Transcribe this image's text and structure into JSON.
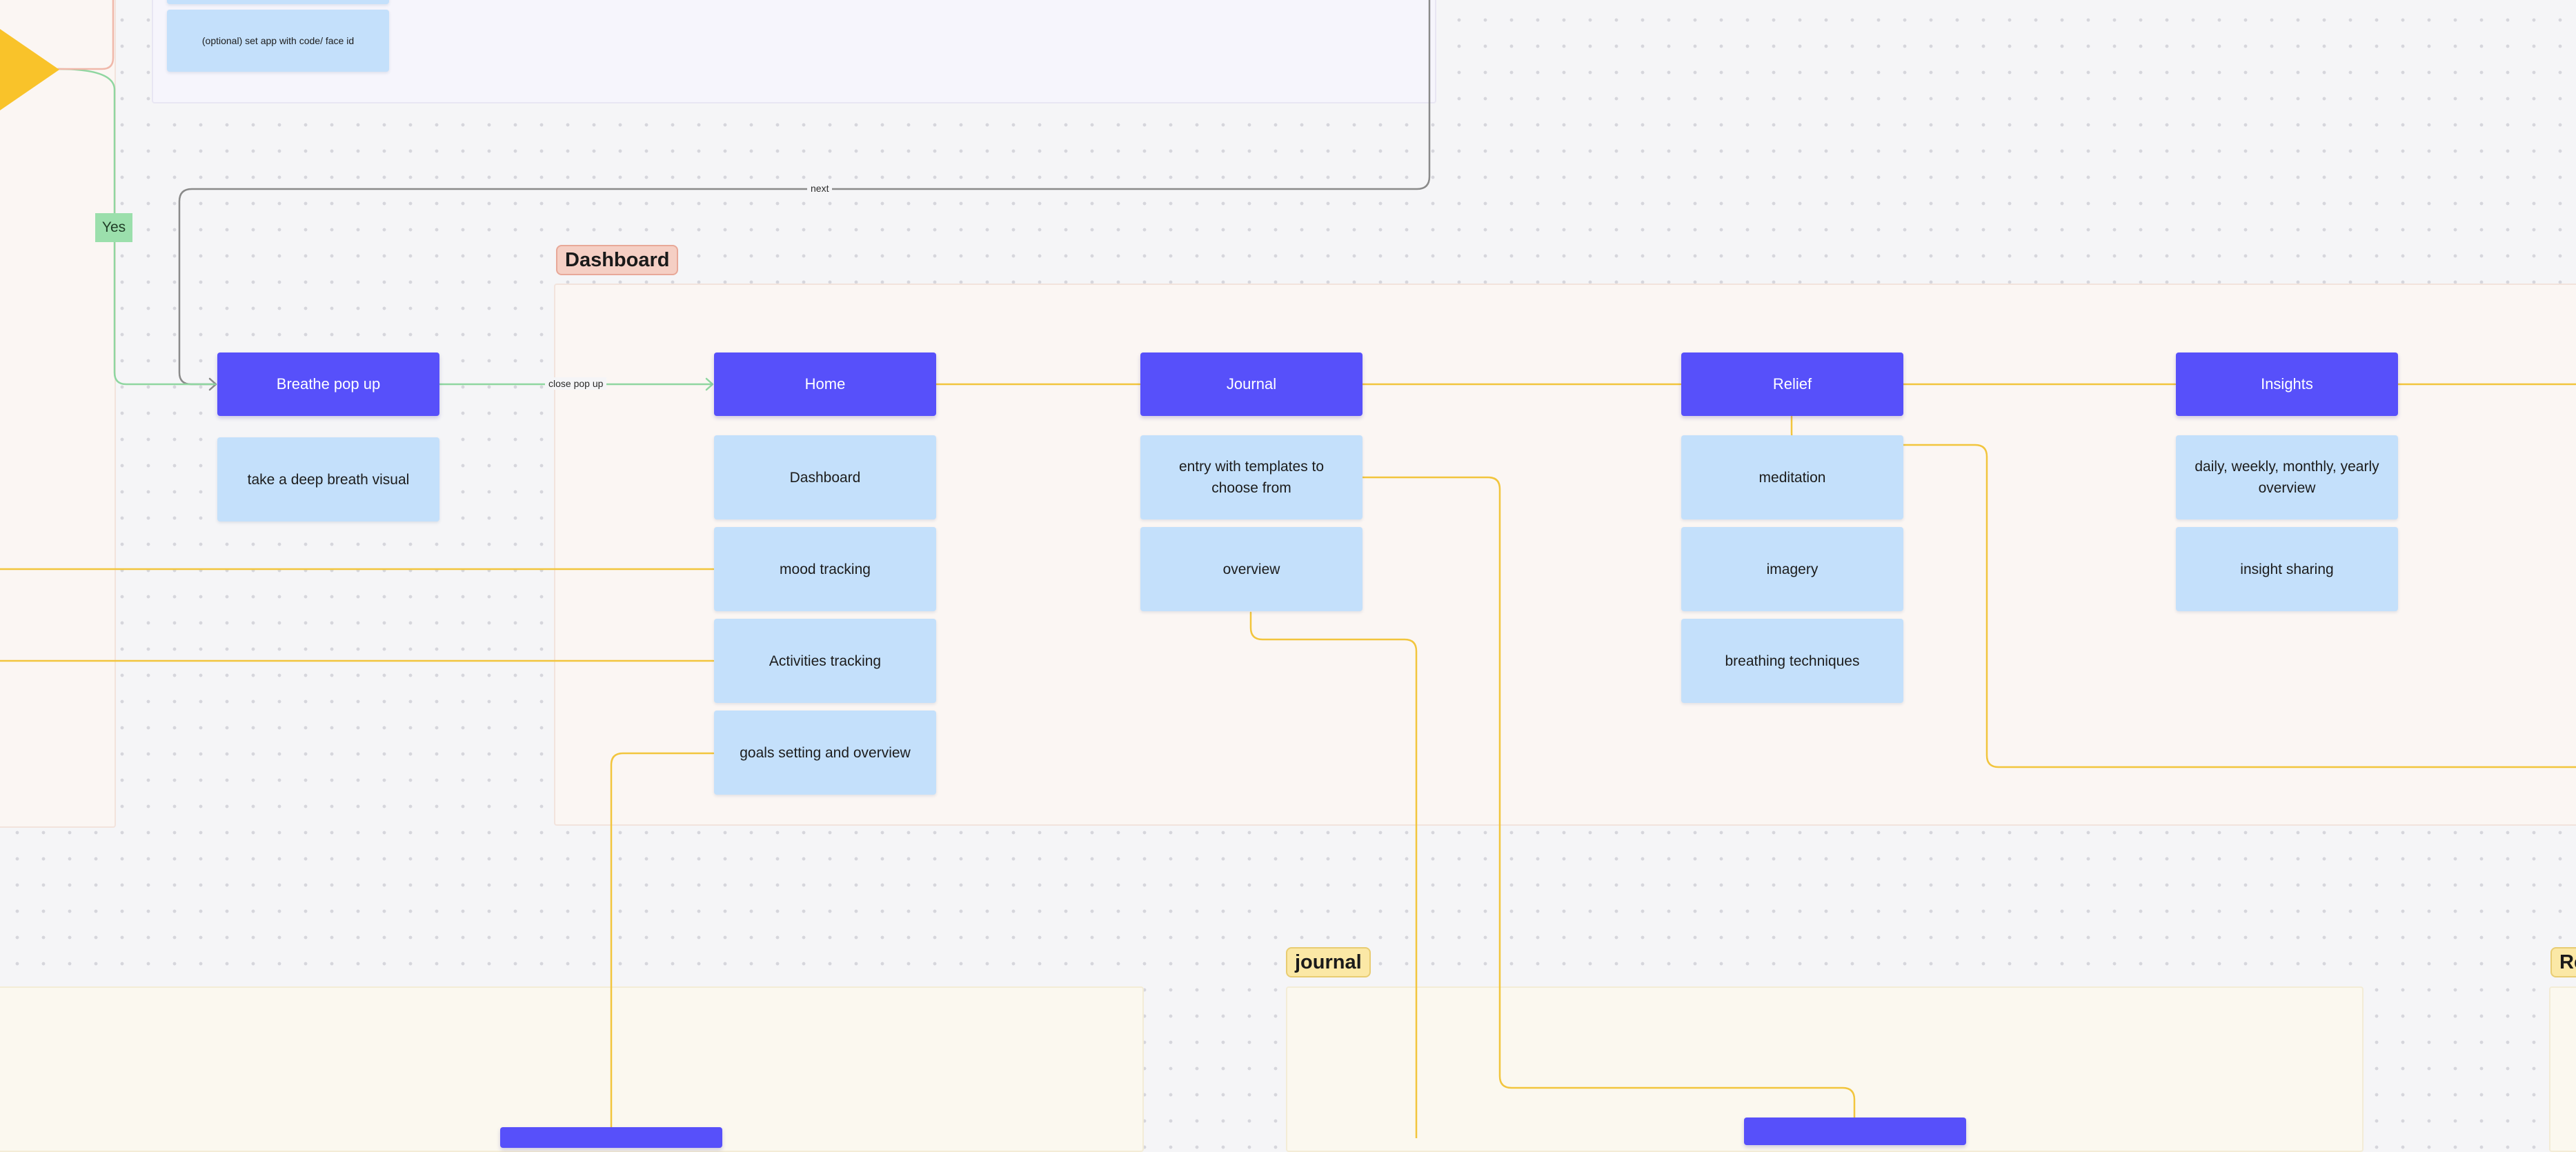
{
  "sections": {
    "dashboard": {
      "label": "Dashboard"
    },
    "journal": {
      "label": "journal"
    },
    "right_cut": {
      "label": "Re"
    }
  },
  "decision": {
    "yes_label": "Yes"
  },
  "edges": {
    "next_label": "next",
    "close_popup_label": "close pop up"
  },
  "onboarding": {
    "optional_code": "(optional) set app with code/ face id"
  },
  "breathe": {
    "title": "Breathe pop up",
    "visual": "take a deep breath visual"
  },
  "columns": {
    "home": {
      "title": "Home",
      "items": [
        "Dashboard",
        "mood tracking",
        "Activities tracking",
        "goals setting and overview"
      ]
    },
    "journal": {
      "title": "Journal",
      "items": [
        "entry with templates to choose from",
        "overview"
      ]
    },
    "relief": {
      "title": "Relief",
      "items": [
        "meditation",
        "imagery",
        "breathing techniques"
      ]
    },
    "insights": {
      "title": "Insights",
      "items": [
        "daily, weekly, monthly, yearly overview",
        "insight sharing"
      ]
    }
  },
  "colors": {
    "primary_node": "#5750fa",
    "sub_node": "#c4e0fb",
    "connector_yellow": "#f2c53d",
    "connector_green": "#8fd6a0",
    "connector_gray": "#8a8a8a",
    "decision_fill": "#f9c32a"
  }
}
